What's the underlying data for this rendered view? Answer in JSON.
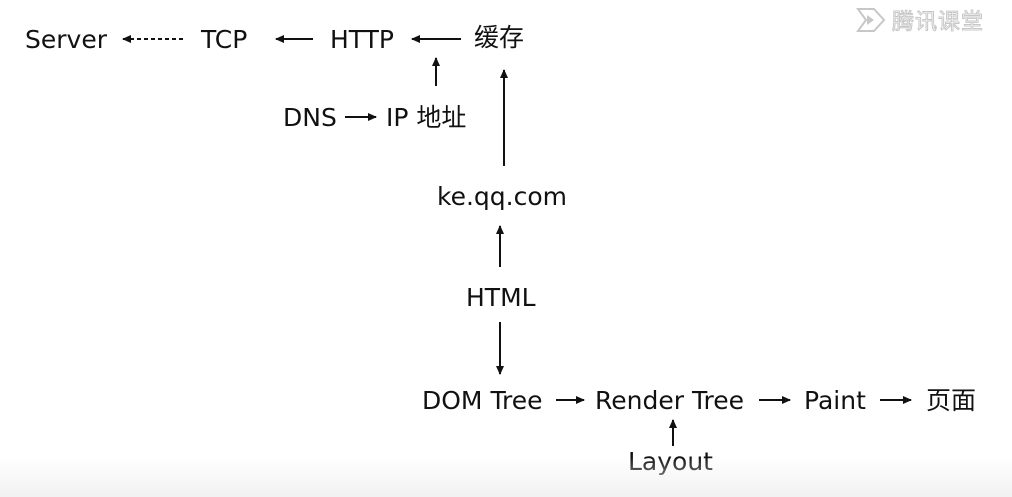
{
  "watermark": {
    "text": "腾讯课堂",
    "icon": "play-logo-icon"
  },
  "nodes": {
    "server": "Server",
    "tcp": "TCP",
    "http": "HTTP",
    "cache": "缓存",
    "dns": "DNS",
    "ip": "IP 地址",
    "domain": "ke.qq.com",
    "html": "HTML",
    "dom_tree": "DOM Tree",
    "render_tree": "Render Tree",
    "paint": "Paint",
    "page": "页面",
    "layout": "Layout"
  },
  "colors": {
    "text": "#111111",
    "arrow": "#111111",
    "background": "#ffffff",
    "watermark": "#9a9a9a"
  }
}
